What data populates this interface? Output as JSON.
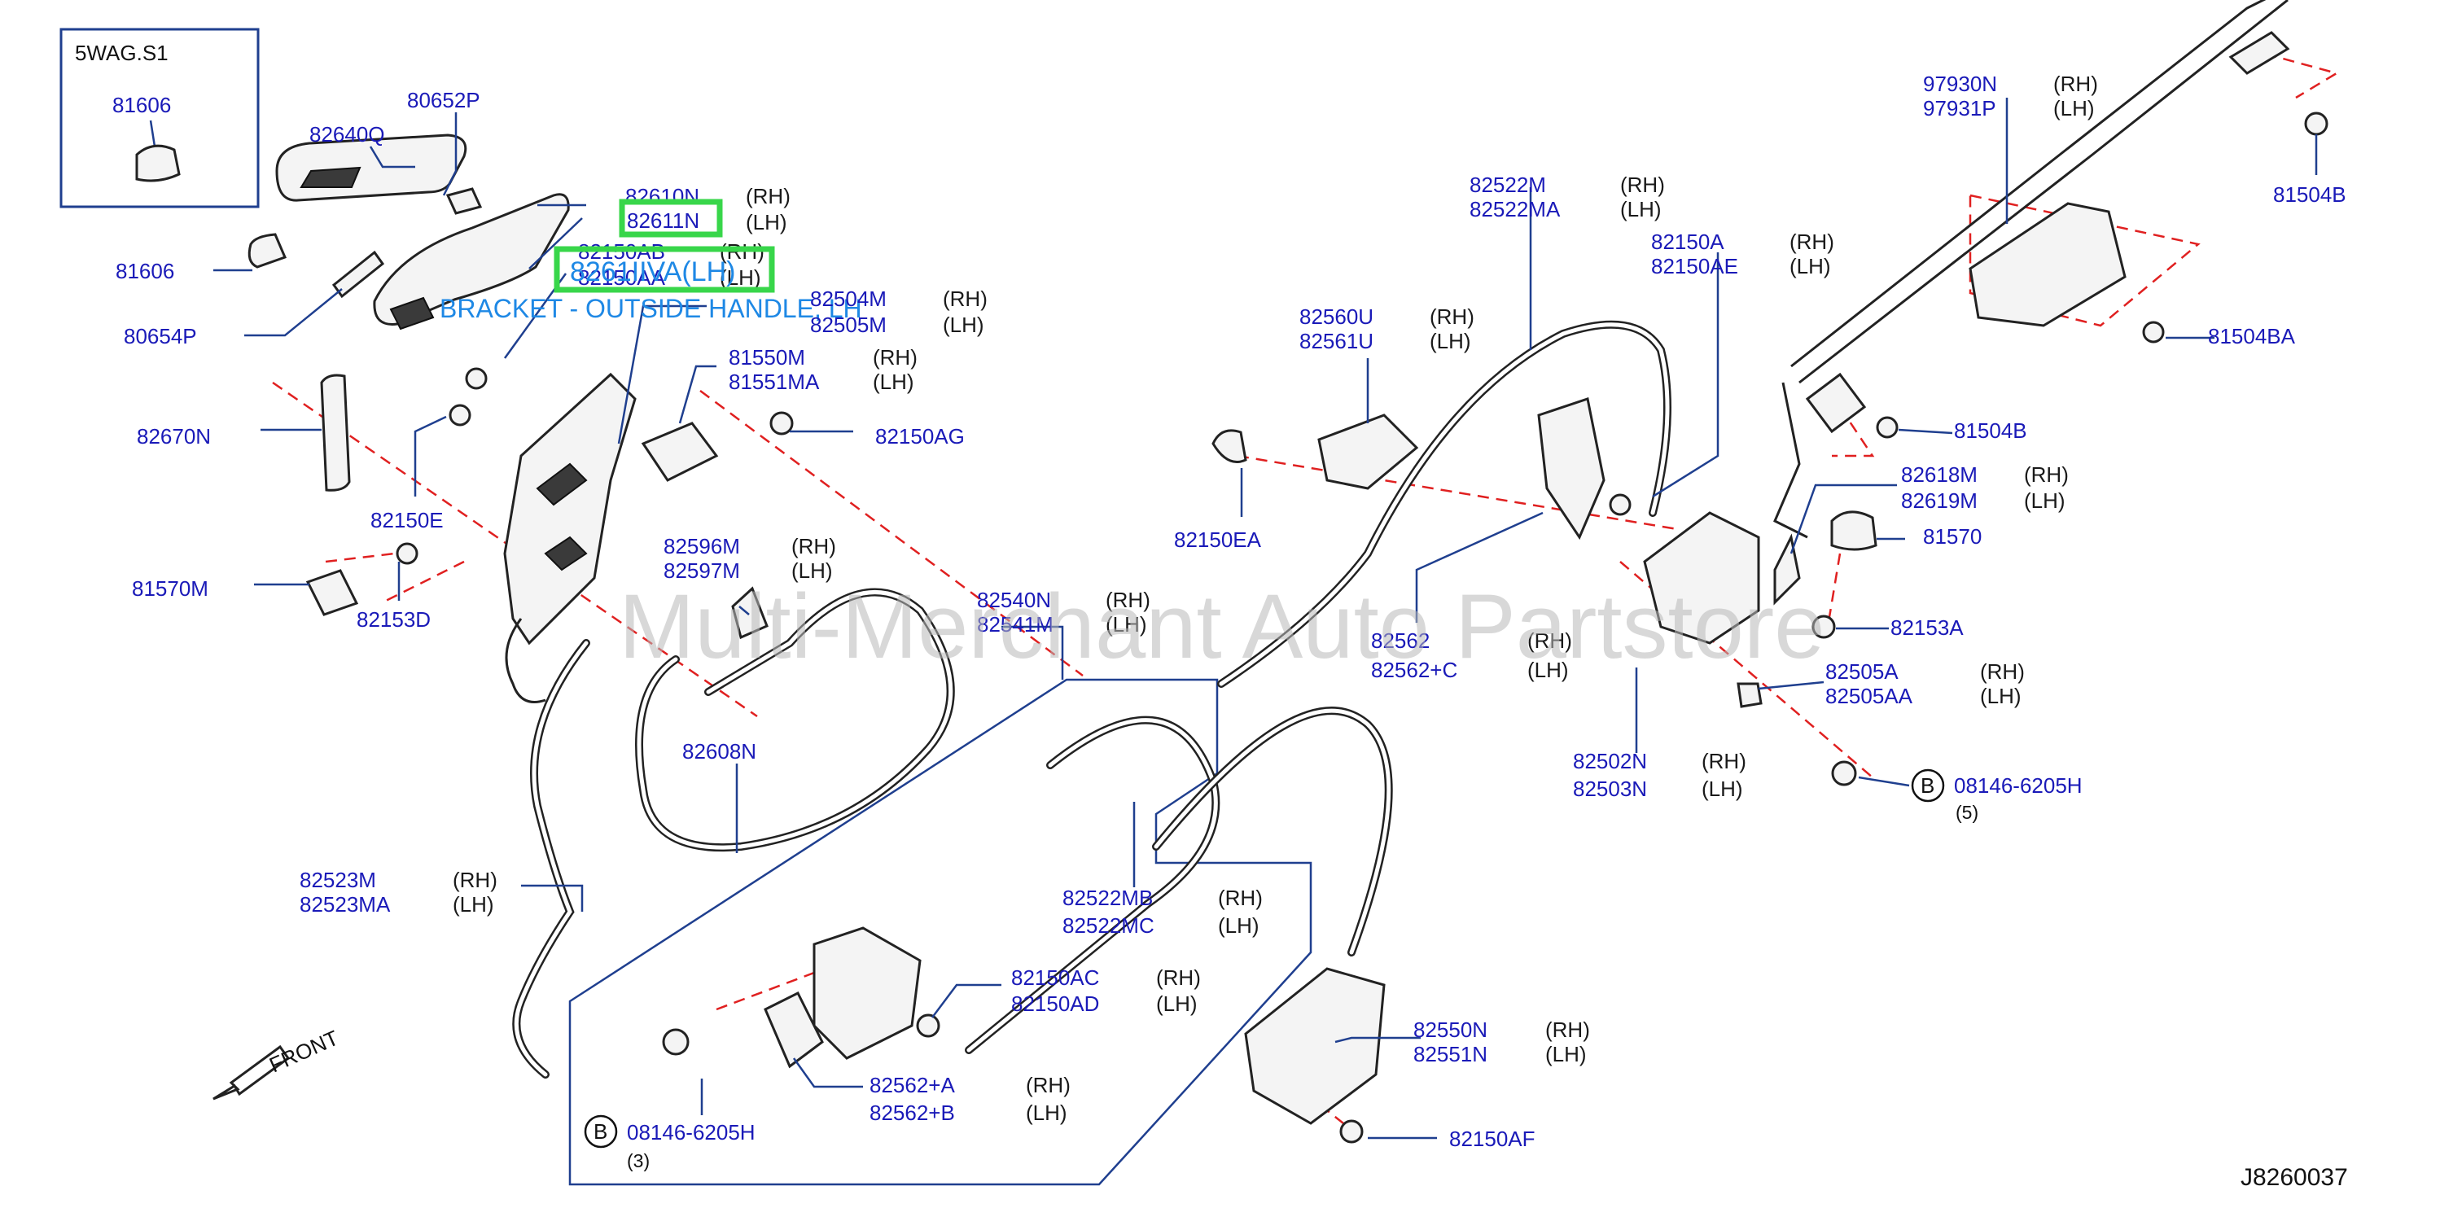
{
  "inset": {
    "title": "5WAG.S1",
    "part": "81606"
  },
  "diagram_id": "J8260037",
  "watermark": "Multi-Merchant Auto Partstore",
  "front_label": "FRONT",
  "highlight": {
    "part_rh": "82611N",
    "part_lh": "8261IIVA(LH)",
    "description": "BRACKET - OUTSIDE HANDLE, LH",
    "color": "#38d64a"
  },
  "colors": {
    "label": "#1a1ab8",
    "leader": "#1f3f8f",
    "dash": "#e02020",
    "highlight": "#38d64a"
  },
  "labels": [
    {
      "id": "80652P",
      "lines": [
        "80652P"
      ]
    },
    {
      "id": "82640Q",
      "lines": [
        "82640Q"
      ]
    },
    {
      "id": "82610N",
      "lines": [
        "82610N"
      ],
      "side": [
        "(RH)"
      ]
    },
    {
      "id": "82611N-side",
      "lines": [
        ""
      ],
      "side": [
        "(LH)"
      ]
    },
    {
      "id": "82150AB",
      "lines": [
        "82150AB"
      ],
      "side": [
        "(RH)"
      ]
    },
    {
      "id": "82150AA",
      "lines": [
        "82150AA"
      ],
      "side": [
        "(LH)"
      ]
    },
    {
      "id": "81606",
      "lines": [
        "81606"
      ]
    },
    {
      "id": "80654P",
      "lines": [
        "80654P"
      ]
    },
    {
      "id": "82504M",
      "lines": [
        "82504M",
        "82505M"
      ],
      "side": [
        "(RH)",
        "(LH)"
      ]
    },
    {
      "id": "81550M",
      "lines": [
        "81550M",
        "81551MA"
      ],
      "side": [
        "(RH)",
        "(LH)"
      ]
    },
    {
      "id": "82150AG",
      "lines": [
        "82150AG"
      ]
    },
    {
      "id": "82670N",
      "lines": [
        "82670N"
      ]
    },
    {
      "id": "82150E",
      "lines": [
        "82150E"
      ]
    },
    {
      "id": "81570M",
      "lines": [
        "81570M"
      ]
    },
    {
      "id": "82153D",
      "lines": [
        "82153D"
      ]
    },
    {
      "id": "82596M",
      "lines": [
        "82596M",
        "82597M"
      ],
      "side": [
        "(RH)",
        "(LH)"
      ]
    },
    {
      "id": "82540N",
      "lines": [
        "82540N",
        "82541M"
      ],
      "side": [
        "(RH)",
        "(LH)"
      ]
    },
    {
      "id": "82608N",
      "lines": [
        "82608N"
      ]
    },
    {
      "id": "82523M",
      "lines": [
        "82523M",
        "82523MA"
      ],
      "side": [
        "(RH)",
        "(LH)"
      ]
    },
    {
      "id": "82522MB",
      "lines": [
        "82522MB",
        "82522MC"
      ],
      "side": [
        "(RH)",
        "(LH)"
      ]
    },
    {
      "id": "82150AC",
      "lines": [
        "82150AC",
        "82150AD"
      ],
      "side": [
        "(RH)",
        "(LH)"
      ]
    },
    {
      "id": "82562A",
      "lines": [
        "82562+A",
        "82562+B"
      ],
      "side": [
        "(RH)",
        "(LH)"
      ]
    },
    {
      "id": "08146L",
      "lines": [
        "08146-6205H"
      ],
      "circle": "B",
      "qty": "(3)"
    },
    {
      "id": "82522M",
      "lines": [
        "82522M",
        "82522MA"
      ],
      "side": [
        "(RH)",
        "(LH)"
      ]
    },
    {
      "id": "82560U",
      "lines": [
        "82560U",
        "82561U"
      ],
      "side": [
        "(RH)",
        "(LH)"
      ]
    },
    {
      "id": "82150EA",
      "lines": [
        "82150EA"
      ]
    },
    {
      "id": "82150A",
      "lines": [
        "82150A",
        "82150AE"
      ],
      "side": [
        "(RH)",
        "(LH)"
      ]
    },
    {
      "id": "82562",
      "lines": [
        "82562",
        "82562+C"
      ],
      "side": [
        "(RH)",
        "(LH)"
      ]
    },
    {
      "id": "82550N",
      "lines": [
        "82550N",
        "82551N"
      ],
      "side": [
        "(RH)",
        "(LH)"
      ]
    },
    {
      "id": "82150AF",
      "lines": [
        "82150AF"
      ]
    },
    {
      "id": "97930N",
      "lines": [
        "97930N",
        "97931P"
      ],
      "side": [
        "(RH)",
        "(LH)"
      ]
    },
    {
      "id": "81504B-top",
      "lines": [
        "81504B"
      ]
    },
    {
      "id": "81504BA",
      "lines": [
        "81504BA"
      ]
    },
    {
      "id": "81504B-mid",
      "lines": [
        "81504B"
      ]
    },
    {
      "id": "82618M",
      "lines": [
        "82618M",
        "82619M"
      ],
      "side": [
        "(RH)",
        "(LH)"
      ]
    },
    {
      "id": "81570",
      "lines": [
        "81570"
      ]
    },
    {
      "id": "82153A",
      "lines": [
        "82153A"
      ]
    },
    {
      "id": "82505A",
      "lines": [
        "82505A",
        "82505AA"
      ],
      "side": [
        "(RH)",
        "(LH)"
      ]
    },
    {
      "id": "82502N",
      "lines": [
        "82502N",
        "82503N"
      ],
      "side": [
        "(RH)",
        "(LH)"
      ]
    },
    {
      "id": "08146R",
      "lines": [
        "08146-6205H"
      ],
      "circle": "B",
      "qty": "(5)"
    }
  ]
}
